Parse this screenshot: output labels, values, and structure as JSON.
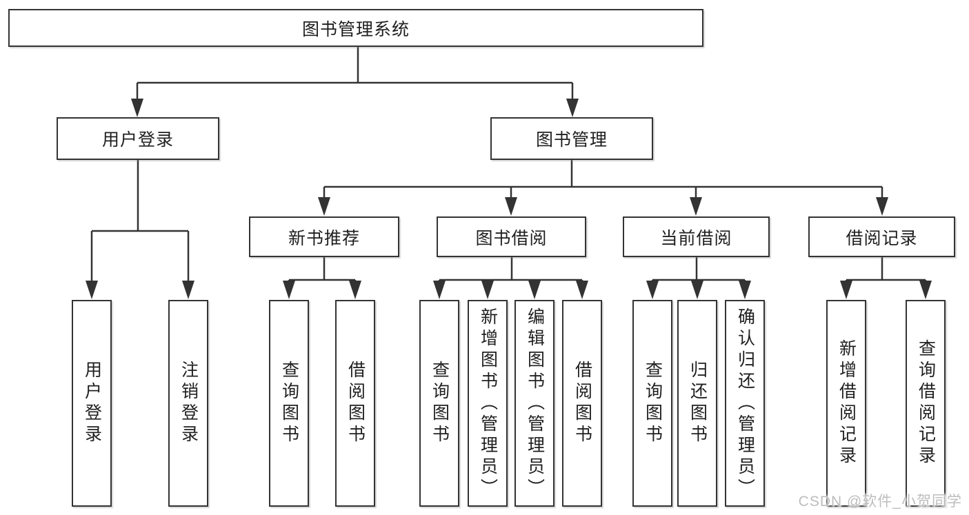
{
  "diagram": {
    "nodes": {
      "root": {
        "label": "图书管理系统"
      },
      "user_login": {
        "label": "用户登录",
        "children": [
          "用户登录",
          "注销登录"
        ]
      },
      "book_mgmt": {
        "label": "图书管理"
      },
      "new_books": {
        "label": "新书推荐",
        "children": [
          "查询图书",
          "借阅图书"
        ]
      },
      "borrowing": {
        "label": "图书借阅",
        "children": [
          "查询图书",
          "新增图书（管理员）",
          "编辑图书（管理员）",
          "借阅图书"
        ]
      },
      "current_borrow": {
        "label": "当前借阅",
        "children": [
          "查询图书",
          "归还图书",
          "确认归还（管理员）"
        ]
      },
      "borrow_records": {
        "label": "借阅记录",
        "children": [
          "新增借阅记录",
          "查询借阅记录"
        ]
      }
    },
    "watermark": "CSDN @软件_小贺同学",
    "colors": {
      "line": "#333333",
      "text": "#1f1f1f",
      "background": "#ffffff",
      "watermark": "#bdbdbd"
    }
  }
}
